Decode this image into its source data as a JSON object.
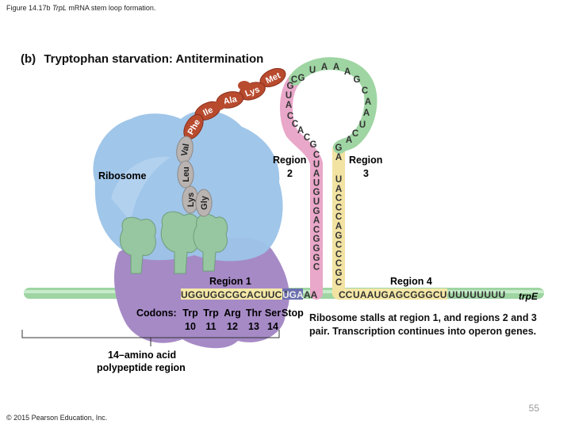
{
  "caption": {
    "prefix": "Figure 14.17b ",
    "italic": "TrpL",
    "suffix": " mRNA stem loop formation."
  },
  "panel": {
    "letter": "(b)",
    "title": "Tryptophan starvation: Antitermination"
  },
  "labels": {
    "ribosome": "Ribosome",
    "region1": "Region 1",
    "region2_line1": "Region",
    "region2_line2": "2",
    "region3_line1": "Region",
    "region3_line2": "3",
    "region4": "Region 4",
    "trpE": "trpE",
    "codons_label": "Codons:",
    "stop": "Stop",
    "polypeptide_line1": "14–amino acid",
    "polypeptide_line2": "polypeptide region"
  },
  "amino_acids": [
    "Met",
    "Lys",
    "Ala",
    "Ile",
    "Phe",
    "Val",
    "Leu",
    "Lys",
    "Gly"
  ],
  "codons": [
    {
      "aa": "Trp",
      "num": "10"
    },
    {
      "aa": "Trp",
      "num": "11"
    },
    {
      "aa": "Arg",
      "num": "12"
    },
    {
      "aa": "Thr",
      "num": "13"
    },
    {
      "aa": "Ser",
      "num": "14"
    }
  ],
  "sequences": {
    "region1": "UGGUGGCGCACUUCC",
    "stop": "UGA",
    "spacer": "AA",
    "region4_start": "CC",
    "region4_seq": "UAAUGAGCGGGCU",
    "tail": "UUUUUUUU",
    "region2_up": [
      "G",
      "C",
      "A",
      "C",
      "C",
      "A",
      "U",
      "G",
      "C"
    ],
    "loop": [
      "G",
      "U",
      "A",
      "A",
      "A",
      "G",
      "C",
      "A",
      "A",
      "U",
      "C",
      "A"
    ],
    "region3_down": [
      "G",
      "A"
    ],
    "stem_left": [
      "C",
      "U",
      "A",
      "U",
      "G",
      "U",
      "G",
      "A",
      "C",
      "G",
      "G",
      "G",
      "C"
    ],
    "stem_right": [
      "U",
      "A",
      "C",
      "C",
      "C",
      "A",
      "G",
      "C",
      "C",
      "C",
      "G",
      "C"
    ]
  },
  "note": {
    "line1": "Ribosome stalls at region 1, and regions 2 and 3",
    "line2": "pair. Transcription continues into operon genes."
  },
  "footer": {
    "copyright": "© 2015 Pearson Education, Inc.",
    "slide_number": "55"
  },
  "colors": {
    "ribosome_top": "#9cc4e8",
    "ribosome_bottom": "#a98cc8",
    "trna": "#9bc7a3",
    "peptide": "#b84a2e",
    "peptide_lower": "#b9b4b2",
    "mrna": "#8ccd92",
    "region1": "#f5e8a6",
    "region2": "#e9a7c9",
    "region3": "#f2e3a2",
    "stop": "#6b6fb0"
  }
}
